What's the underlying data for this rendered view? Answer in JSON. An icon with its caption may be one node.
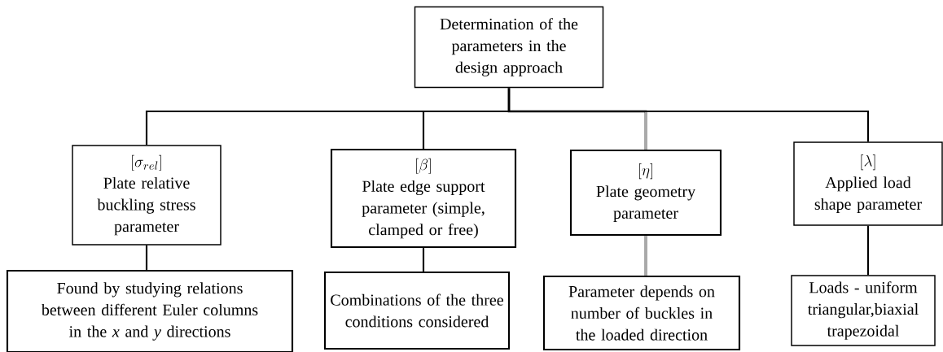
{
  "diagram": {
    "nodes": [
      {
        "text": [
          "Determination of the parameters in the design approach"
        ]
      },
      {
        "text": [
          "[\\sigma_{rel}]",
          "Plate relative buckling stress parameter"
        ]
      },
      {
        "text": [
          "[\\beta]",
          "Plate edge support parameter (simple, clamped or free)"
        ]
      },
      {
        "text": [
          "[\\eta]",
          "Plate geometry parameter"
        ]
      },
      {
        "text": [
          "[\\lambda]",
          "Applied load shape parameter"
        ]
      },
      {
        "text": [
          "Found by studying relations between different Euler columns in the *x* and *y* directions"
        ]
      },
      {
        "text": [
          "Combinations of the three conditions considered"
        ]
      },
      {
        "text": [
          "Parameter depends on number of buckles in the loaded direction"
        ]
      },
      {
        "text": [
          "Loads - uniform triangular,biaxial trapezoidal"
        ]
      }
    ],
    "edges": [
      {
        "from": 0,
        "to": 1,
        "arrow": "none"
      },
      {
        "from": 0,
        "to": 2,
        "arrow": "none"
      },
      {
        "from": 0,
        "to": 3,
        "arrow": "none"
      },
      {
        "from": 0,
        "to": 4,
        "arrow": "none"
      },
      {
        "from": 1,
        "to": 5,
        "arrow": "none"
      },
      {
        "from": 2,
        "to": 6,
        "arrow": "none"
      },
      {
        "from": 3,
        "to": 7,
        "arrow": "none"
      },
      {
        "from": 4,
        "to": 8,
        "arrow": "none"
      }
    ]
  }
}
